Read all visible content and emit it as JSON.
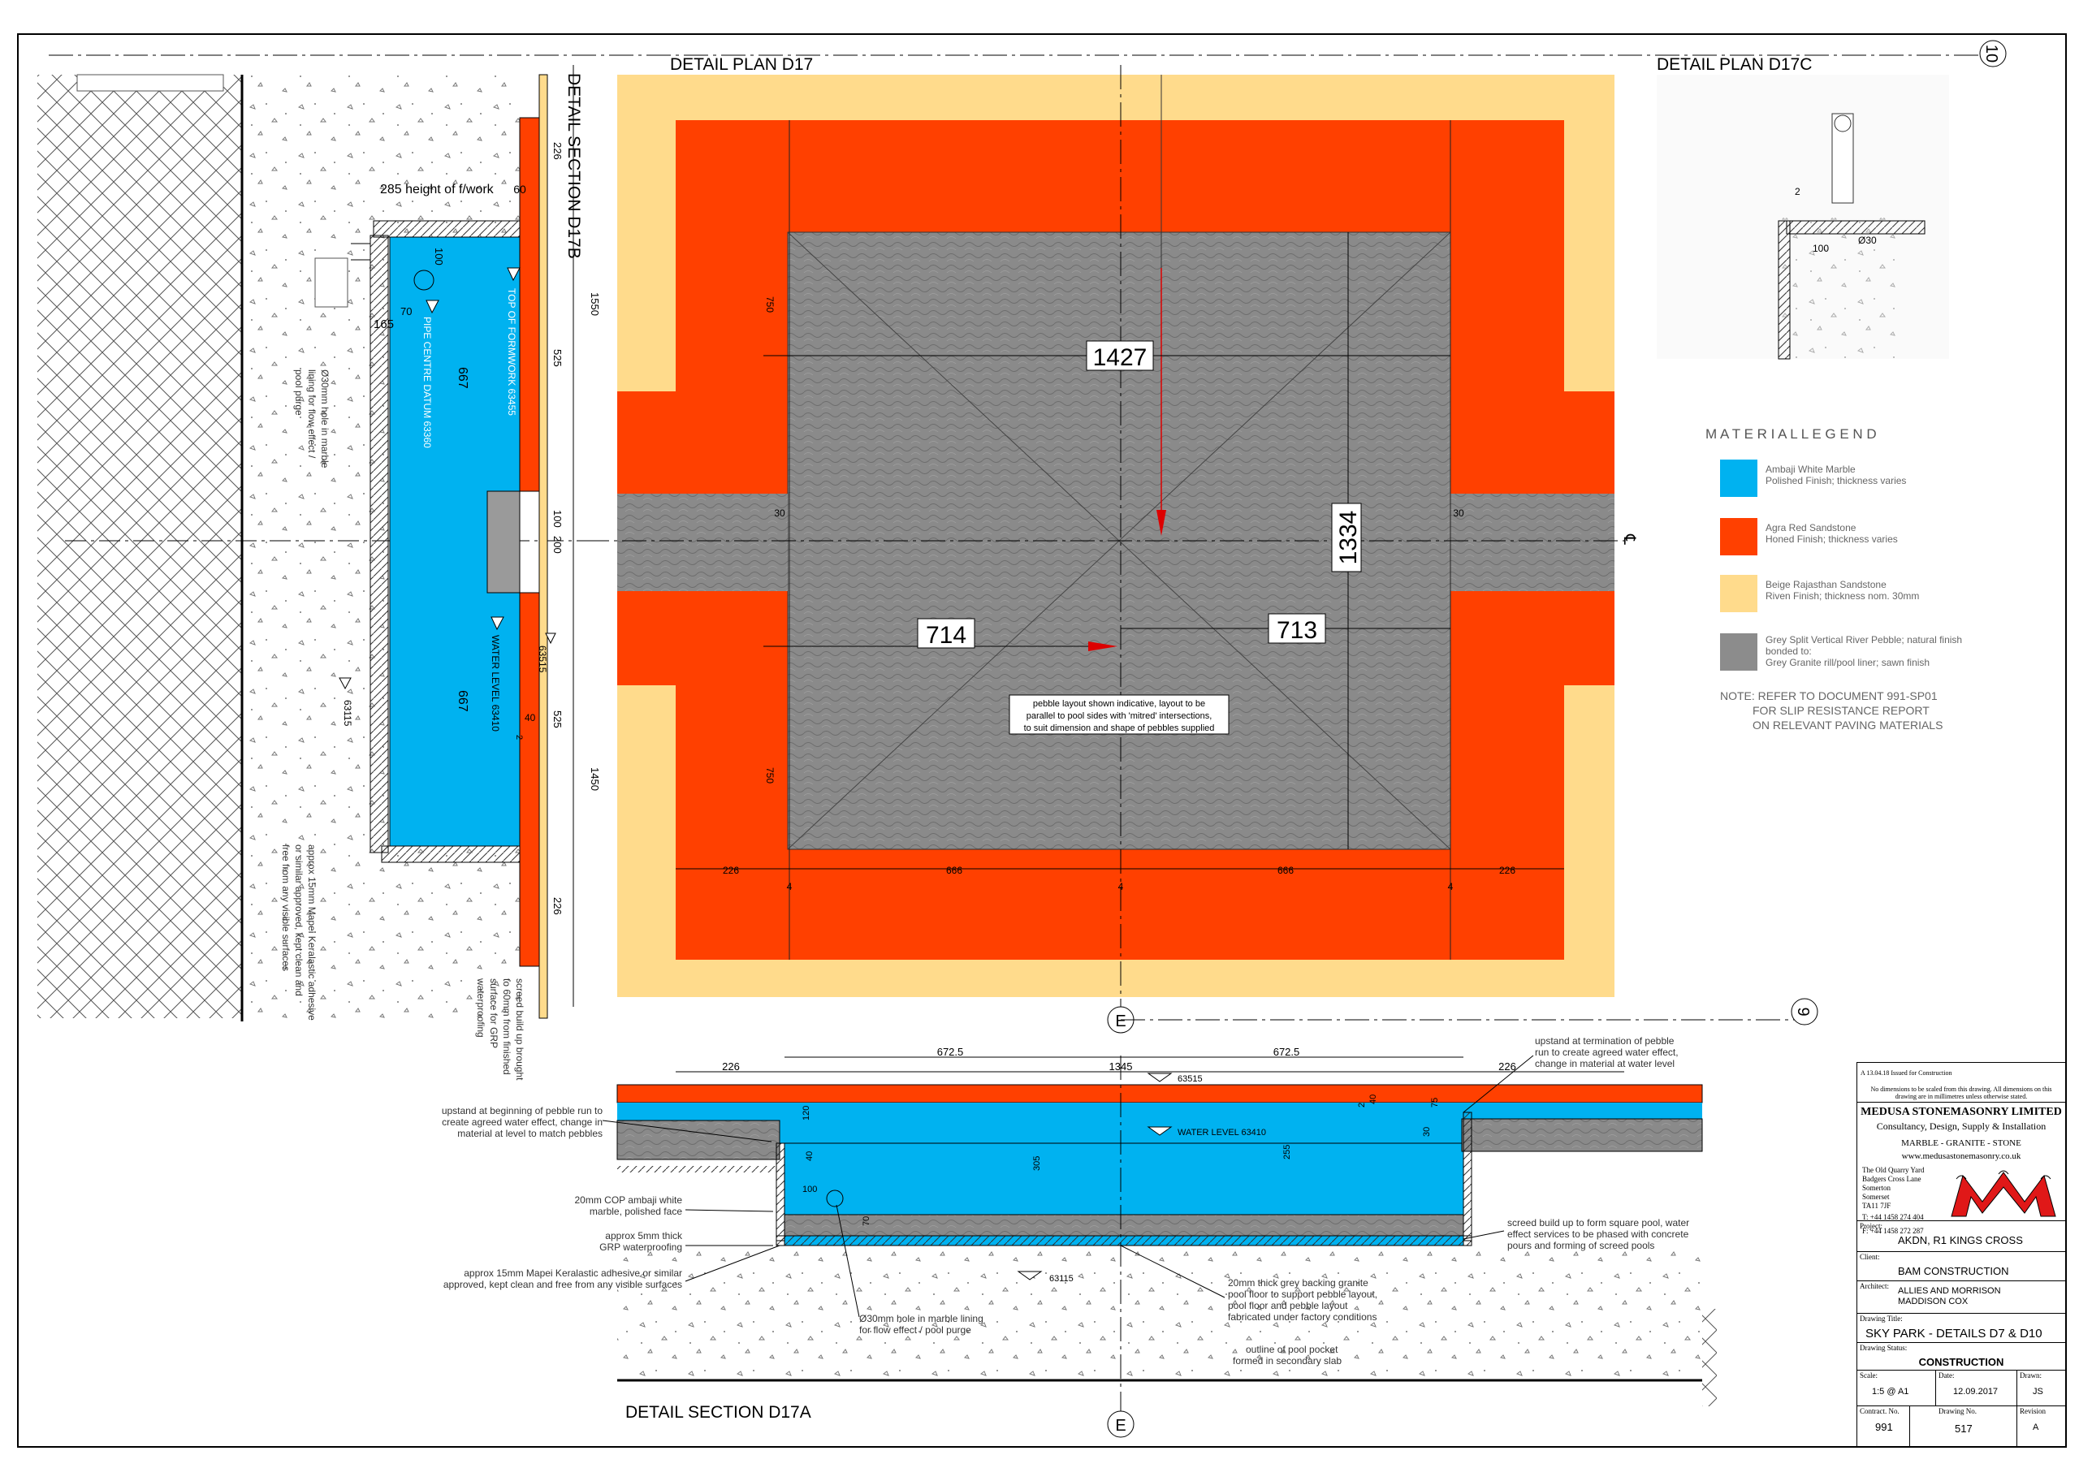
{
  "drawing": {
    "titles": {
      "plan_d17": "DETAIL  PLAN D17",
      "plan_d17c": "DETAIL  PLAN D17C",
      "section_d17b": "DETAIL  SECTION D17B",
      "section_d17a": "DETAIL  SECTION D17A"
    },
    "grid_markers": {
      "e_top": "E",
      "e_bottom": "E",
      "nine": "9",
      "ten": "10"
    },
    "centerline_symbol": "℄",
    "plan": {
      "dims": {
        "d1427": "1427",
        "d1334": "1334",
        "d714": "714",
        "d713": "713",
        "d30l": "30",
        "d30r": "30",
        "d750t": "750",
        "d750b": "750",
        "d226l": "226",
        "d666l": "666",
        "d4a": "4",
        "d4b": "4",
        "d666r": "666",
        "d4c": "4",
        "d226r": "226"
      },
      "note": [
        "pebble layout shown indicative, layout to be",
        "parallel to pool sides with 'mitred' intersections,",
        "to suit dimension and shape of pebbles supplied"
      ]
    },
    "section_b": {
      "formwork_note": "285 height of f/work",
      "dims": {
        "d60": "60",
        "d226t": "226",
        "d1550": "1550",
        "d525a": "525",
        "d100": "100",
        "d200": "200",
        "d1450": "1450",
        "d525b": "525",
        "d226b": "226",
        "d63515": "63515",
        "d63115": "63115",
        "d165": "165",
        "d70": "70",
        "d100v": "100",
        "d667a": "667",
        "d667b": "667",
        "d40": "40",
        "d2": "2"
      },
      "labels": {
        "top_formwork": "TOP OF FORMWORK 63455",
        "pipe_centre": "PIPE CENTRE DATUM 63360",
        "water_level": "WATER LEVEL 63410"
      },
      "notes": {
        "hole": [
          "Ø30mm hole in marble",
          "lining for flow effect /",
          "pool purge"
        ],
        "adhesive": [
          "approx 15mm Mapei Keralastic adhesive",
          "or similar approved, kept clean and",
          "free from any visible surfaces"
        ],
        "screed": [
          "screed build up brought",
          "to 60mm from finished",
          "surface for GRP",
          "waterproofing"
        ]
      }
    },
    "plan_c": {
      "dims": {
        "d2": "2",
        "d100": "100",
        "dia30": "Ø30"
      }
    },
    "legend": {
      "title": "M A T E R I A L     L E G E N D",
      "items": [
        {
          "color": "#00B2F0",
          "line1": "Ambaji White Marble",
          "line2": "Polished Finish; thickness varies"
        },
        {
          "color": "#FF4000",
          "line1": "Agra Red Sandstone",
          "line2": "Honed Finish; thickness varies"
        },
        {
          "color": "#FFDB8C",
          "line1": "Beige Rajasthan Sandstone",
          "line2": "Riven Finish; thickness nom. 30mm"
        },
        {
          "color": "#8C8C8C",
          "line1": "Grey Split Vertical River Pebble; natural finish",
          "line2": "bonded to:",
          "line3": "Grey Granite rill/pool liner; sawn finish"
        }
      ],
      "note": [
        "NOTE:  REFER TO DOCUMENT 991-SP01",
        "FOR SLIP RESISTANCE REPORT",
        "ON RELEVANT PAVING MATERIALS"
      ]
    },
    "section_a": {
      "dims": {
        "d226l": "226",
        "d672l": "672.5",
        "d1345": "1345",
        "d672r": "672.5",
        "d226r": "226",
        "d63515": "63515",
        "d63115": "63115",
        "water": "WATER LEVEL 63410",
        "d120": "120",
        "d40": "40",
        "d100": "100",
        "d70": "70",
        "d305": "305",
        "d255": "255",
        "d2": "2",
        "d40r": "40",
        "d75": "75",
        "d30": "30"
      },
      "notes": {
        "upstand_end": [
          "upstand at termination of pebble",
          "run to create agreed water effect,",
          "change in material at water level"
        ],
        "upstand_begin": [
          "upstand at beginning of pebble run to",
          "create agreed water effect, change in",
          "material at level to match pebbles"
        ],
        "cop": [
          "20mm COP ambaji white",
          "marble, polished face"
        ],
        "grp": [
          "approx 5mm thick",
          "GRP waterproofing"
        ],
        "adhesive": [
          "approx 15mm Mapei Keralastic adhesive or similar",
          "approved, kept clean and free from any visible surfaces"
        ],
        "hole": [
          "Ø30mm hole in marble lining",
          "for flow effect / pool purge"
        ],
        "granite": [
          "20mm thick grey backing granite",
          "pool floor to support pebble layout,",
          "pool floor and pebble layout",
          "fabricated under factory conditions"
        ],
        "outline": [
          "outline of pool pocket",
          "formed in secondary slab"
        ],
        "screed": [
          "screed build up to form square pool, water",
          "effect services to be phased with concrete",
          "pours and forming of screed pools"
        ]
      }
    }
  },
  "title_block": {
    "revision_line": "A   13.04.18   Issued for Construction",
    "disclaimer": "No dimensions to be scaled from this drawing. All dimensions on this drawing are in millimetres unless otherwise stated.",
    "company": "MEDUSA STONEMASONRY LIMITED",
    "tagline": "Consultancy, Design, Supply & Installation",
    "materials": "MARBLE - GRANITE - STONE",
    "website": "www.medusastonemasonry.co.uk",
    "address": [
      "The Old Quarry Yard",
      "Badgers Cross Lane",
      "Somerton",
      "Somerset",
      "TA11 7JF"
    ],
    "tel": "T: +44 1458 274 404",
    "fax": "F: +44 1458 272 287",
    "project_label": "Project:",
    "project": "AKDN, R1 KINGS CROSS",
    "client_label": "Client:",
    "client": "BAM CONSTRUCTION",
    "architect_label": "Architect:",
    "architect": [
      "ALLIES AND MORRISON",
      "MADDISON COX"
    ],
    "title_label": "Drawing Title:",
    "title": "SKY PARK  - DETAILS D7 & D10",
    "status_label": "Drawing Status:",
    "status": "CONSTRUCTION",
    "scale_label": "Scale:",
    "scale": "1:5 @ A1",
    "date_label": "Date:",
    "date": "12.09.2017",
    "drawn_label": "Drawn:",
    "drawn": "JS",
    "contract_label": "Contract. No.",
    "contract": "991",
    "drawing_no_label": "Drawing No.",
    "drawing_no": "517",
    "revision_label": "Revision",
    "revision": "A"
  }
}
